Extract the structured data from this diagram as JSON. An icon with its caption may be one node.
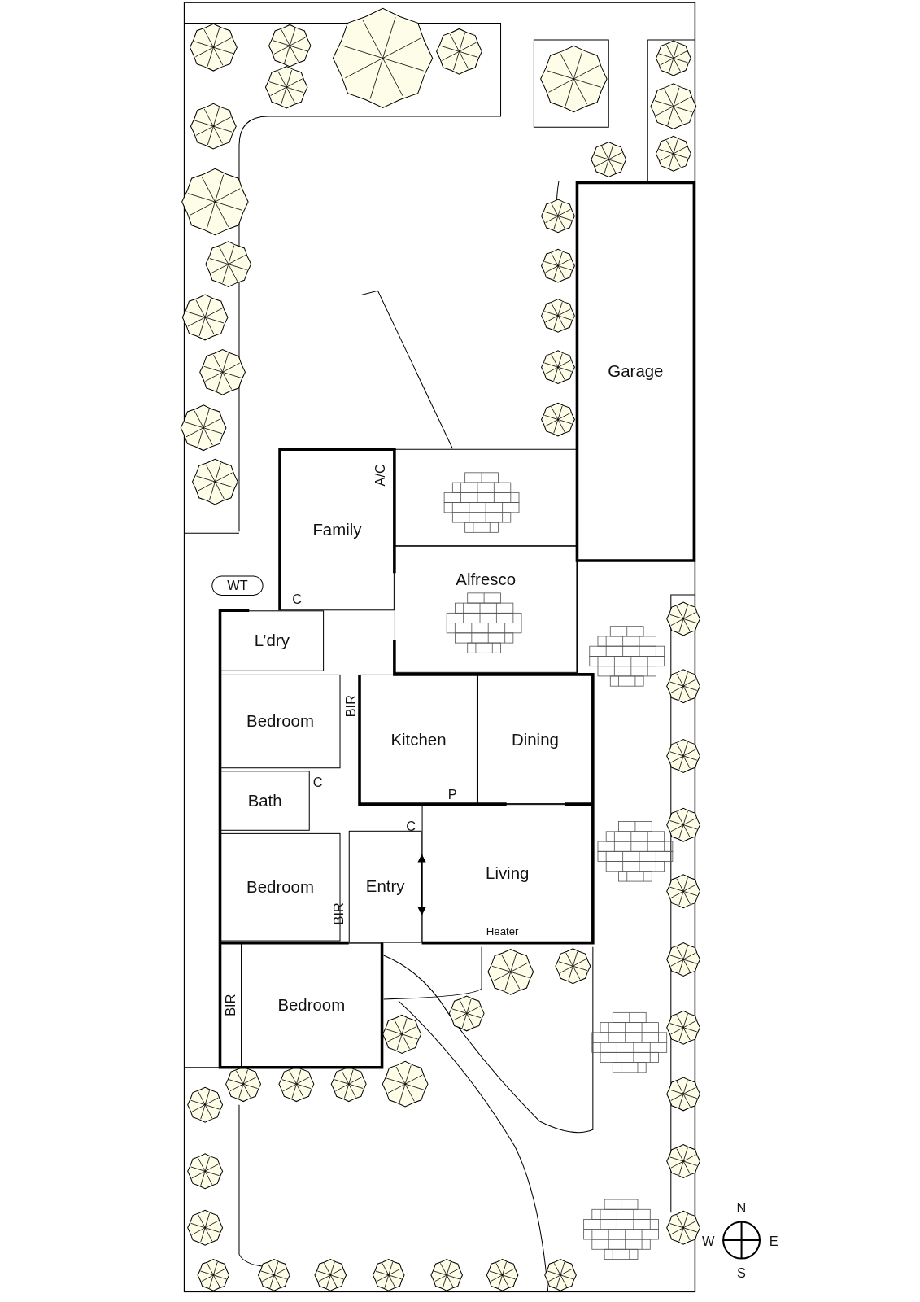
{
  "diagram": {
    "nodes": [
      {
        "text": [
          "Garage"
        ]
      },
      {
        "text": [
          "Family"
        ]
      },
      {
        "text": [
          "WT"
        ]
      },
      {
        "text": [
          "Alfresco"
        ]
      },
      {
        "text": [
          "L’dry"
        ]
      },
      {
        "text": [
          "Bedroom"
        ]
      },
      {
        "text": [
          "Kitchen"
        ]
      },
      {
        "text": [
          "Dining"
        ]
      },
      {
        "text": [
          "Bath"
        ]
      },
      {
        "text": [
          "Living"
        ]
      },
      {
        "text": [
          "Entry"
        ]
      },
      {
        "text": [
          "Bedroom"
        ]
      },
      {
        "text": [
          "Bedroom"
        ]
      }
    ],
    "labels": [
      "A/C",
      "C",
      "BIR",
      "C",
      "P",
      "C",
      "BIR",
      "Heater",
      "BIR",
      "N",
      "W",
      "E",
      "S"
    ]
  }
}
